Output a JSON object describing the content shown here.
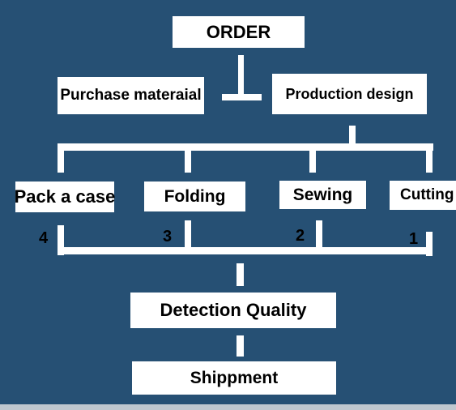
{
  "colors": {
    "background": "#265074",
    "box_fill": "#ffffff",
    "connector": "#ffffff",
    "text": "#000000"
  },
  "nodes": {
    "order": "ORDER",
    "purchase": "Purchase materaial",
    "production": "Production design",
    "pack": "Pack a case",
    "folding": "Folding",
    "sewing": "Sewing",
    "cutting": "Cutting",
    "detection": "Detection Quality",
    "shipment": "Shippment"
  },
  "step_numbers": {
    "pack": "4",
    "folding": "3",
    "sewing": "2",
    "cutting": "1"
  }
}
